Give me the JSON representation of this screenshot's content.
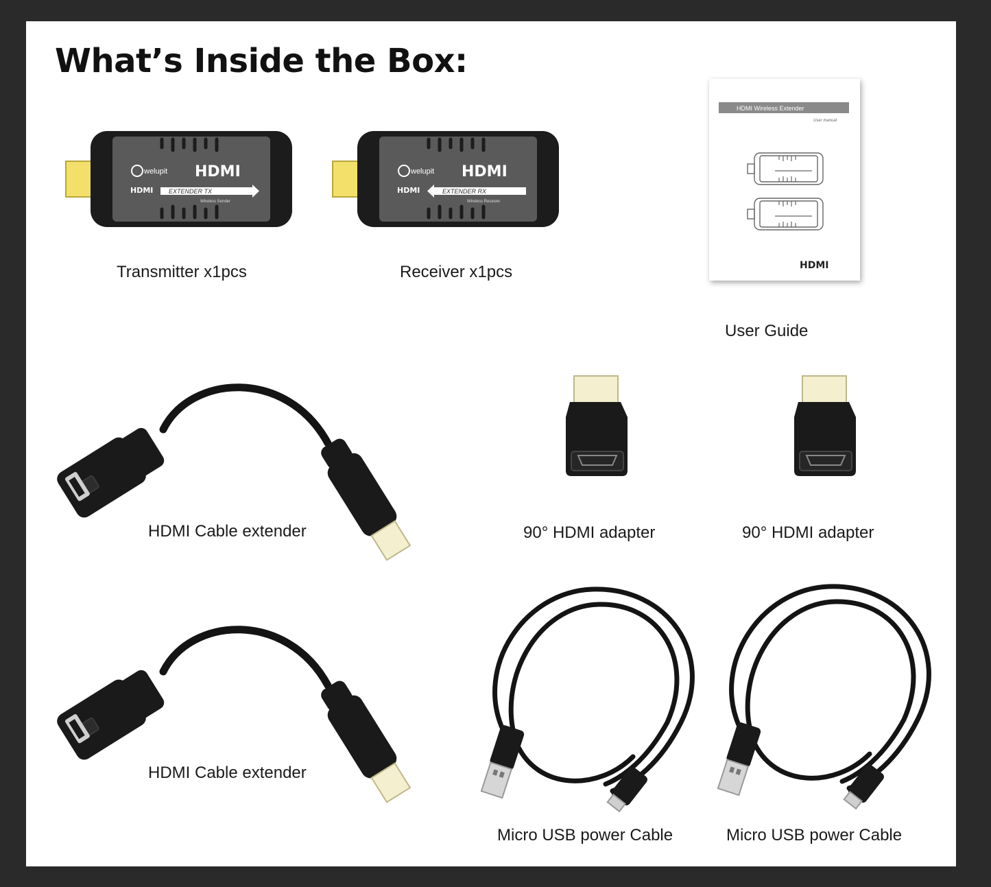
{
  "title": "What’s Inside the Box:",
  "colors": {
    "background": "#2a2a2a",
    "panel": "#ffffff",
    "device_body": "#1c1c1c",
    "device_label": "#5a5a5a",
    "connector_gold": "#f2e06a"
  },
  "devices": {
    "brand": "welupit",
    "logo": "HDMI",
    "port_label": "HDMI",
    "tx_label": "EXTENDER TX",
    "tx_sub": "Wireless Sender",
    "rx_label": "EXTENDER RX",
    "rx_sub": "Wireless Receiver"
  },
  "manual": {
    "header": "HDMI Wireless Extender",
    "subheader": "User manual",
    "logo": "HDMI"
  },
  "captions": {
    "transmitter": "Transmitter x1pcs",
    "receiver": "Receiver x1pcs",
    "user_guide": "User Guide",
    "cable_extender_1": "HDMI Cable extender",
    "cable_extender_2": "HDMI Cable extender",
    "adapter_1": "90°  HDMI adapter",
    "adapter_2": "90°  HDMI adapter",
    "usb_cable_1": "Micro USB power Cable",
    "usb_cable_2": "Micro USB power Cable"
  },
  "icons": {
    "transmitter": "hdmi-transmitter-dongle-icon",
    "receiver": "hdmi-receiver-dongle-icon",
    "manual": "user-manual-booklet-icon",
    "cable_extender": "hdmi-extension-cable-icon",
    "adapter": "right-angle-hdmi-adapter-icon",
    "usb_cable": "micro-usb-cable-icon"
  }
}
